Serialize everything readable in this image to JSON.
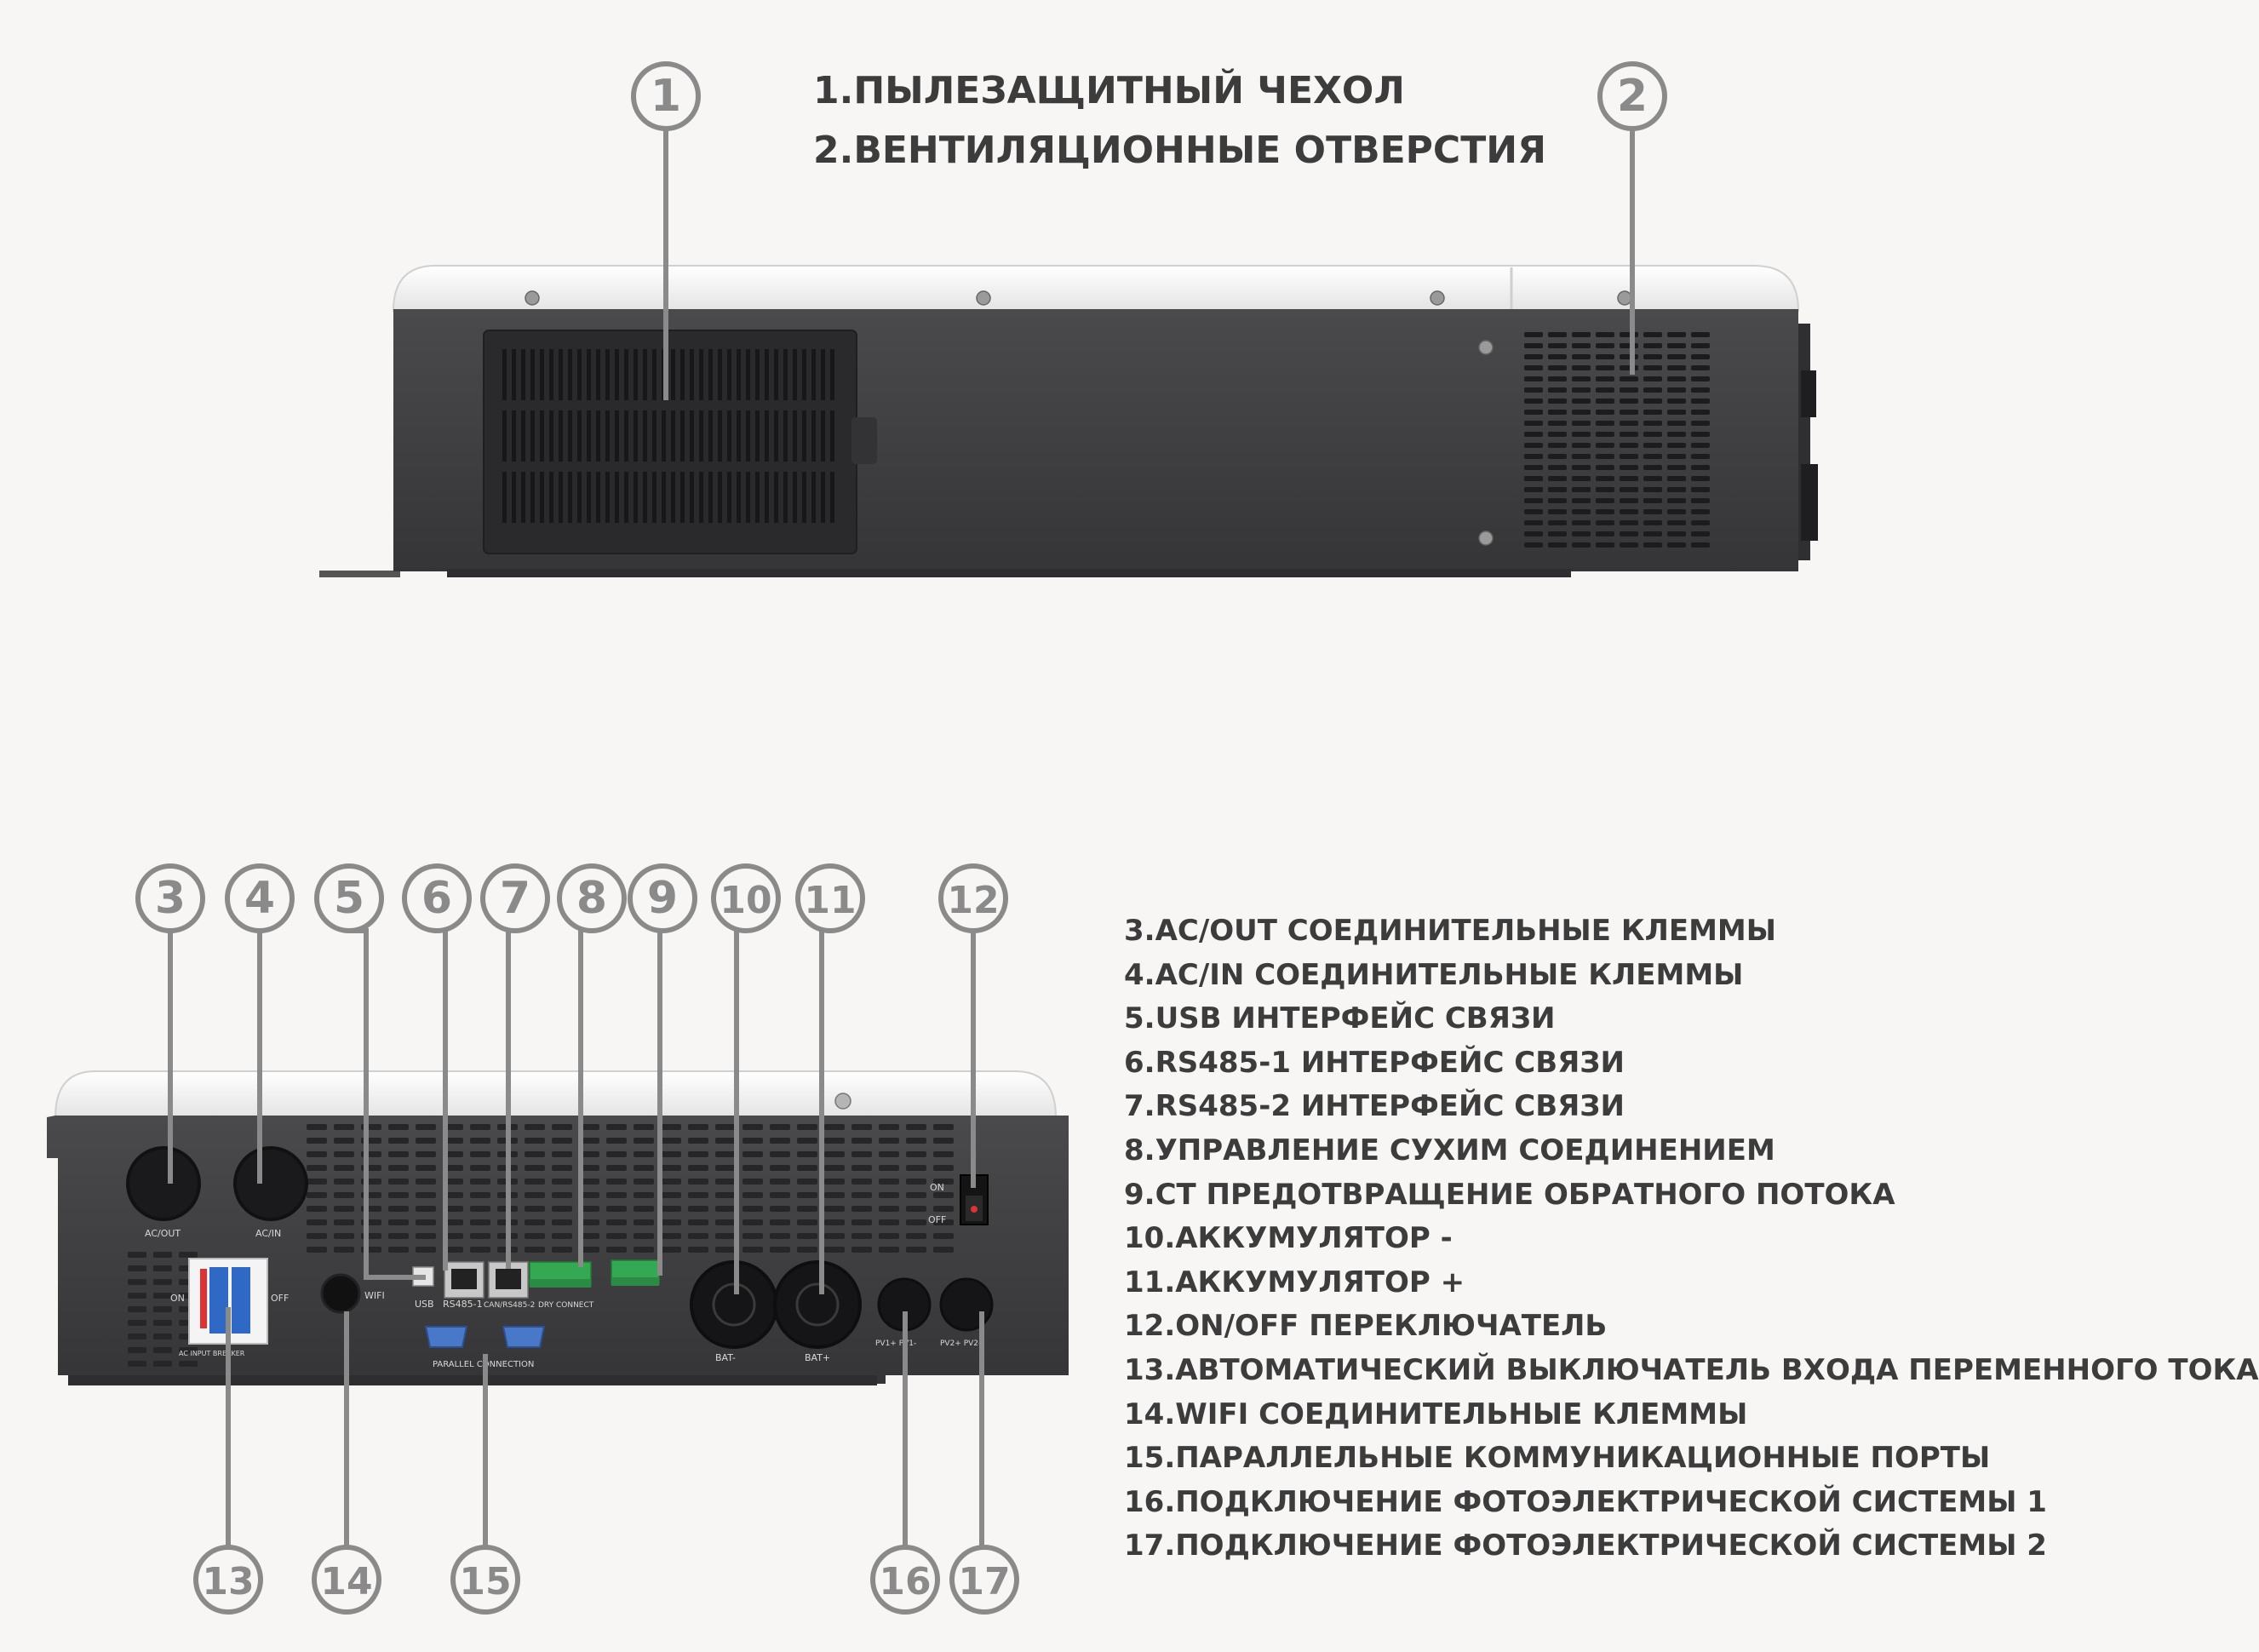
{
  "legend_top": [
    "1.ПЫЛЕЗАЩИТНЫЙ ЧЕХОЛ",
    "2.ВЕНТИЛЯЦИОННЫЕ ОТВЕРСТИЯ"
  ],
  "legend_bottom": [
    "3.AC/OUT СОЕДИНИТЕЛЬНЫЕ КЛЕММЫ",
    "4.AC/IN СОЕДИНИТЕЛЬНЫЕ КЛЕММЫ",
    "5.USB ИНТЕРФЕЙС СВЯЗИ",
    "6.RS485-1 ИНТЕРФЕЙС СВЯЗИ",
    "7.RS485-2 ИНТЕРФЕЙС СВЯЗИ",
    "8.УПРАВЛЕНИЕ СУХИМ СОЕДИНЕНИЕМ",
    "9.CT ПРЕДОТВРАЩЕНИЕ ОБРАТНОГО ПОТОКА",
    "10.АККУМУЛЯТОР -",
    "11.АККУМУЛЯТОР +",
    "12.ON/OFF ПЕРЕКЛЮЧАТЕЛЬ",
    "13.АВТОМАТИЧЕСКИЙ ВЫКЛЮЧАТЕЛЬ ВХОДА ПЕРЕМЕННОГО ТОКА",
    "14.WIFI СОЕДИНИТЕЛЬНЫЕ КЛЕММЫ",
    "15.ПАРАЛЛЕЛЬНЫЕ КОММУНИКАЦИОННЫЕ ПОРТЫ",
    "16.ПОДКЛЮЧЕНИЕ ФОТОЭЛЕКТРИЧЕСКОЙ СИСТЕМЫ 1",
    "17.ПОДКЛЮЧЕНИЕ ФОТОЭЛЕКТРИЧЕСКОЙ СИСТЕМЫ 2"
  ],
  "callouts": [
    "1",
    "2",
    "3",
    "4",
    "5",
    "6",
    "7",
    "8",
    "9",
    "10",
    "11",
    "12",
    "13",
    "14",
    "15",
    "16",
    "17"
  ],
  "panel_labels": {
    "ac_out": "AC/OUT",
    "ac_in": "AC/IN",
    "usb": "USB",
    "rs485_1": "RS485-1",
    "rs485_2": "CAN/RS485-2",
    "dry": "DRY CONNECT",
    "wifi": "WIFI",
    "bat_minus": "BAT-",
    "bat_plus": "BAT+",
    "on": "ON",
    "off": "OFF",
    "parallel": "PARALLEL CONNECTION",
    "pv1": "PV1+ PV1-",
    "pv2": "PV2+ PV2-",
    "ac_input_breaker": "AC INPUT BREAKER"
  },
  "colors": {
    "background": "#f7f6f4",
    "callout": "#8a8a8a",
    "text": "#3c3c3c",
    "body": "#3f3f41",
    "cover": "#f2f2f2",
    "terminal": "#34a853",
    "port": "#4a78c8"
  },
  "icons": [
    "dust-cover-icon",
    "vent-grille-icon",
    "terminal-hole-icon",
    "breaker-icon",
    "switch-icon",
    "ethernet-port-icon",
    "db9-port-icon"
  ]
}
